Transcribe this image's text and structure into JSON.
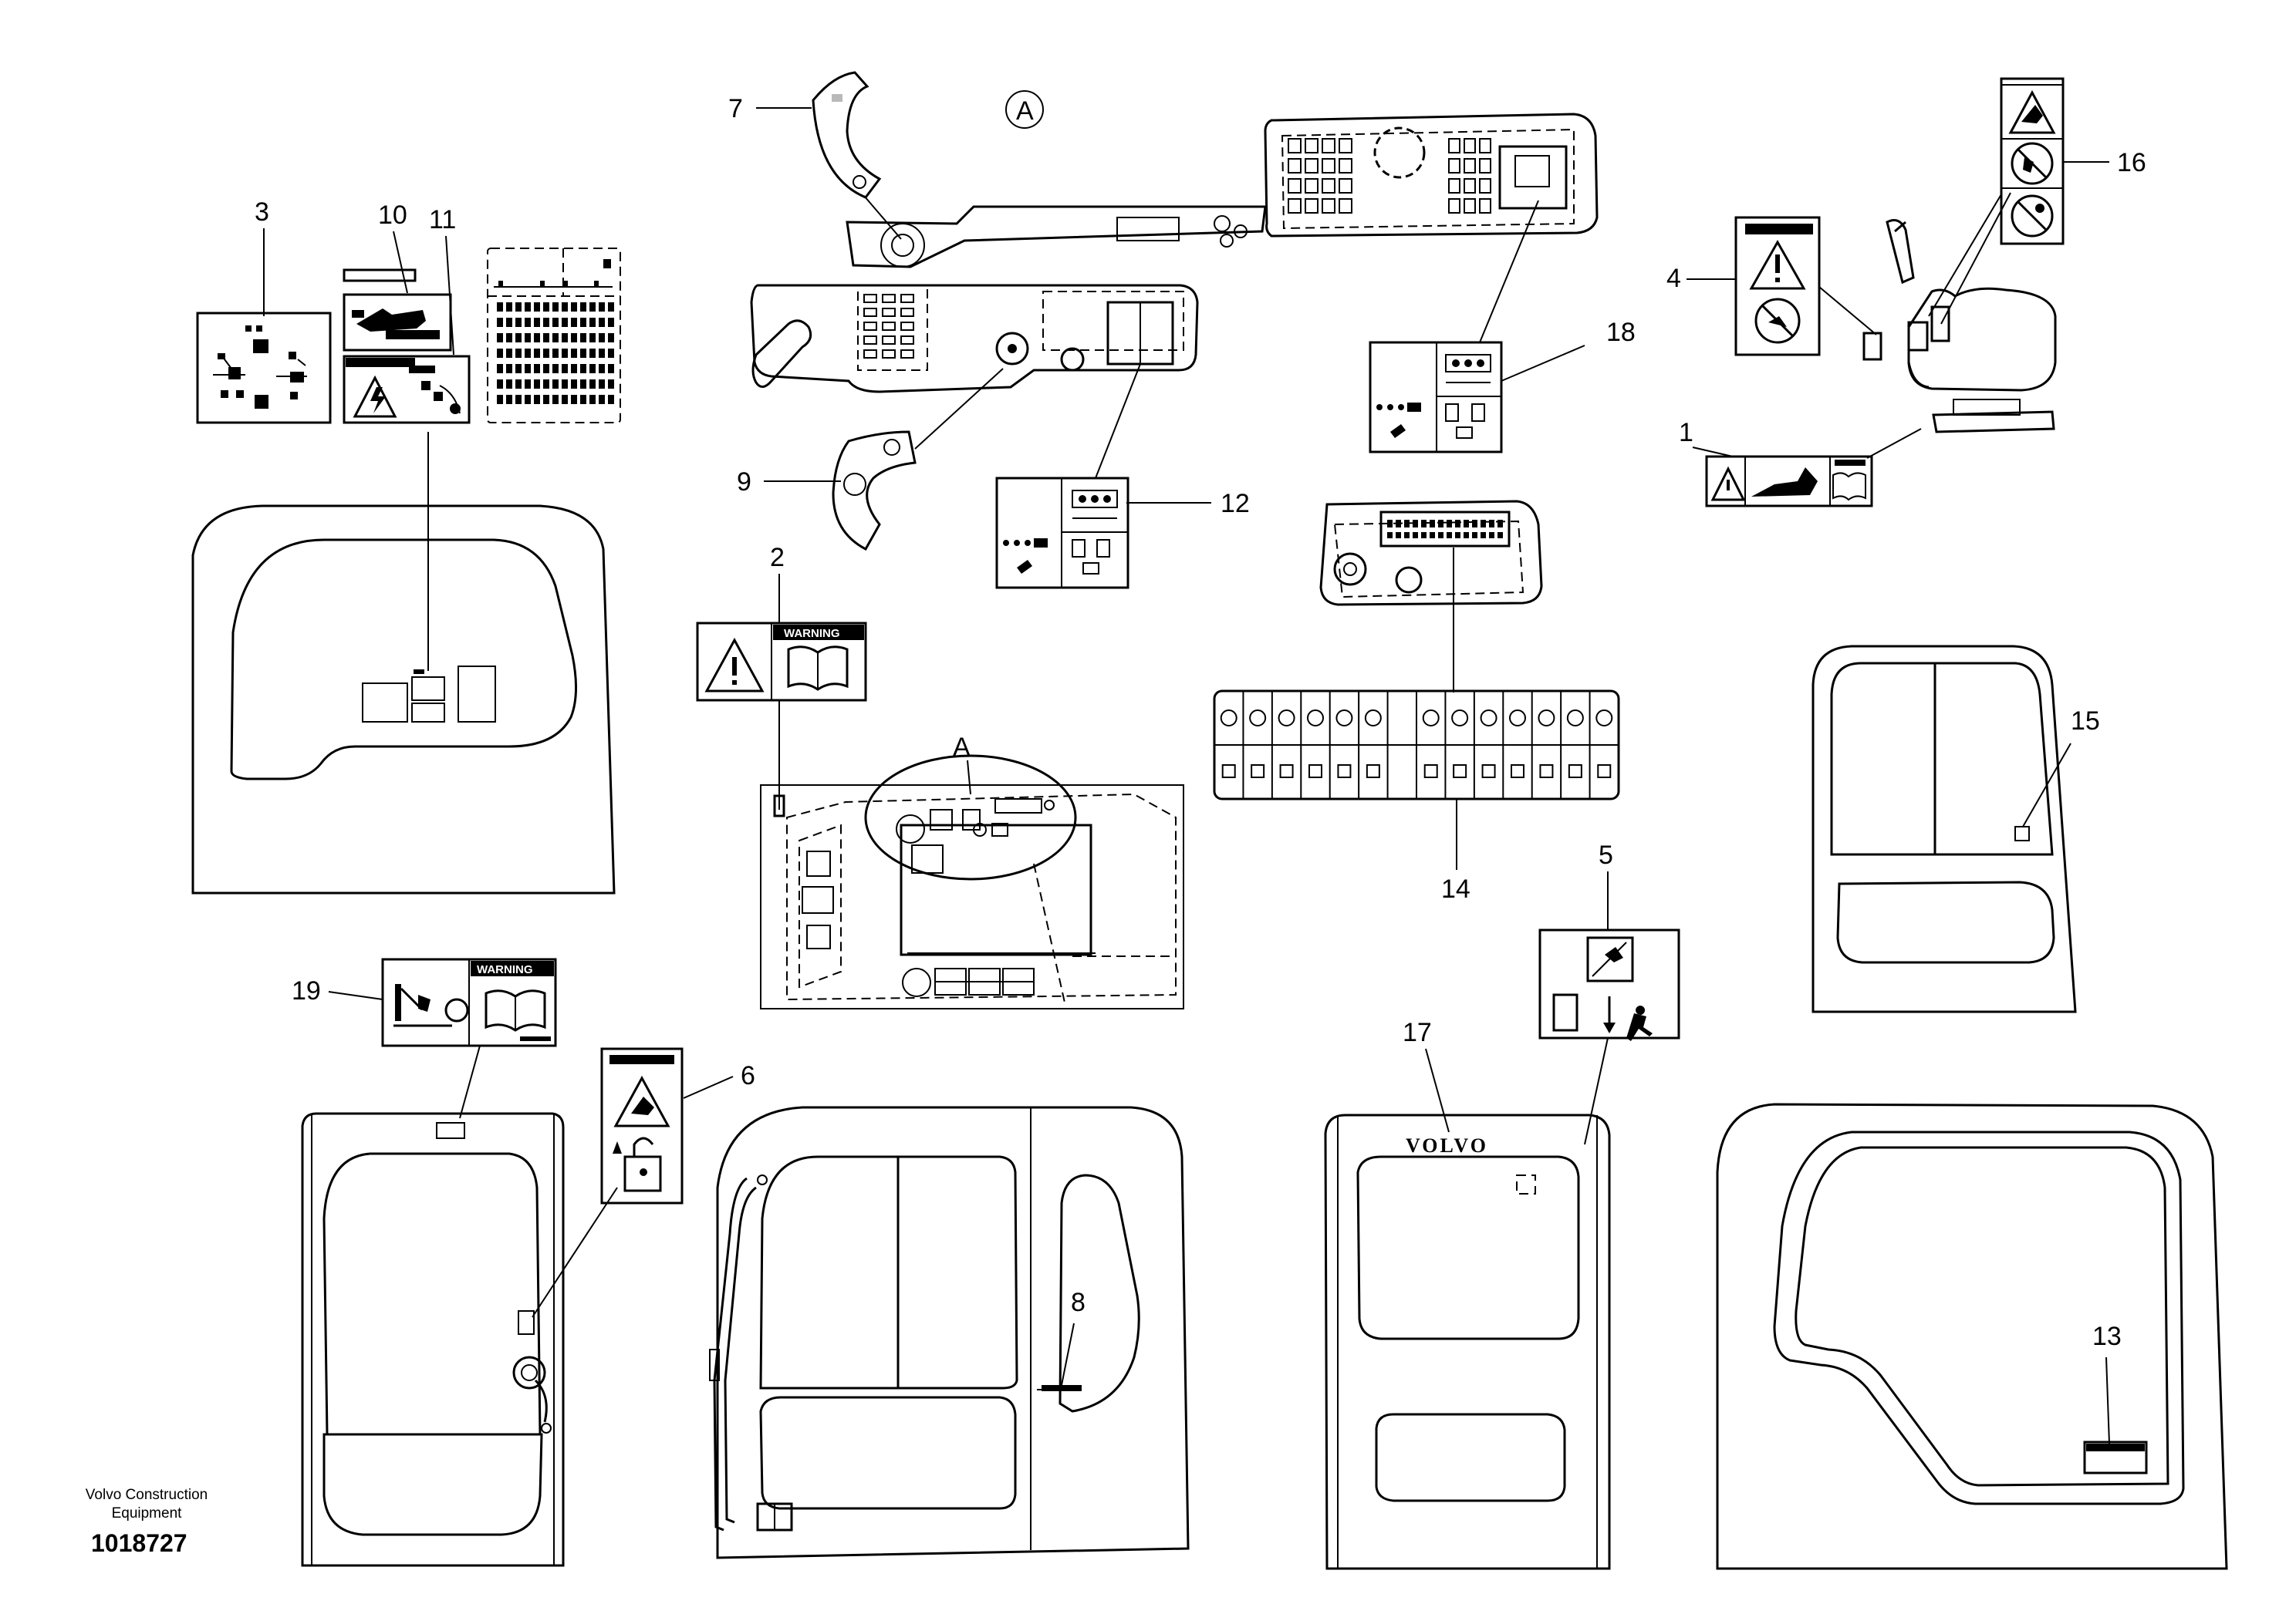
{
  "callouts": {
    "c1": "1",
    "c2": "2",
    "c3": "3",
    "c4": "4",
    "c5": "5",
    "c6": "6",
    "c7": "7",
    "c8": "8",
    "c9": "9",
    "c10": "10",
    "c11": "11",
    "c12": "12",
    "c13": "13",
    "c14": "14",
    "c15": "15",
    "c16": "16",
    "c17": "17",
    "c18": "18",
    "c19": "19"
  },
  "view_letter": "A",
  "detail_letter": "A",
  "label_text": {
    "warning": "WARNING",
    "brand": "VOLVO"
  },
  "footer": {
    "company_line1": "Volvo Construction",
    "company_line2": "Equipment",
    "part_number": "1018727"
  }
}
